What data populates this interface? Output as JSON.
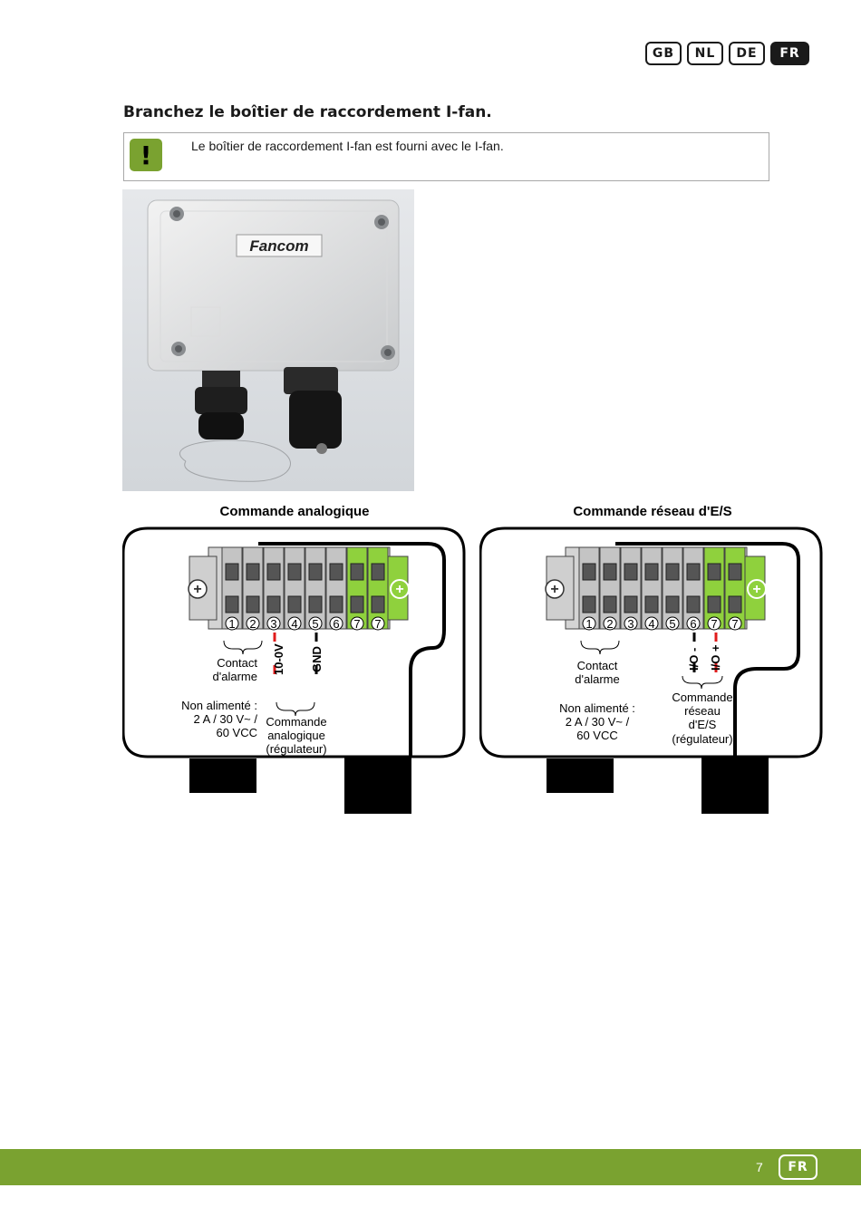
{
  "languages": [
    {
      "code": "GB",
      "active": false
    },
    {
      "code": "NL",
      "active": false
    },
    {
      "code": "DE",
      "active": false
    },
    {
      "code": "FR",
      "active": true
    }
  ],
  "title": "Branchez le boîtier de raccordement I-fan.",
  "note": {
    "icon": "!",
    "text": "Le boîtier de raccordement I-fan est fourni avec le I-fan."
  },
  "photo": {
    "brand_label": "Fancom"
  },
  "diagrams": {
    "analog": {
      "title": "Commande analogique",
      "terminals": [
        "1",
        "2",
        "3",
        "4",
        "5",
        "6",
        "7",
        "7"
      ],
      "wire_labels": [
        "10-0V",
        "GND"
      ],
      "alarm_label_line1": "Contact",
      "alarm_label_line2": "d'alarme",
      "rating_line1": "Non alimenté :",
      "rating_line2": "2 A / 30 V~ /",
      "rating_line3": "60 VCC",
      "control_line1": "Commande",
      "control_line2": "analogique",
      "control_line3": "(régulateur)"
    },
    "network": {
      "title": "Commande réseau d'E/S",
      "terminals": [
        "1",
        "2",
        "3",
        "4",
        "5",
        "6",
        "7",
        "7"
      ],
      "wire_labels": [
        "I/O -",
        "I/O +"
      ],
      "alarm_label_line1": "Contact",
      "alarm_label_line2": "d'alarme",
      "rating_line1": "Non alimenté :",
      "rating_line2": "2 A / 30 V~ /",
      "rating_line3": "60 VCC",
      "control_line1": "Commande",
      "control_line2": "réseau",
      "control_line3": "d'E/S",
      "control_line4": "(régulateur)"
    }
  },
  "footer": {
    "page_number": "7",
    "language": "FR"
  },
  "colors": {
    "brand_green": "#7aa230",
    "terminal_green": "#8fd13d",
    "wire_red": "#e01b1b"
  }
}
